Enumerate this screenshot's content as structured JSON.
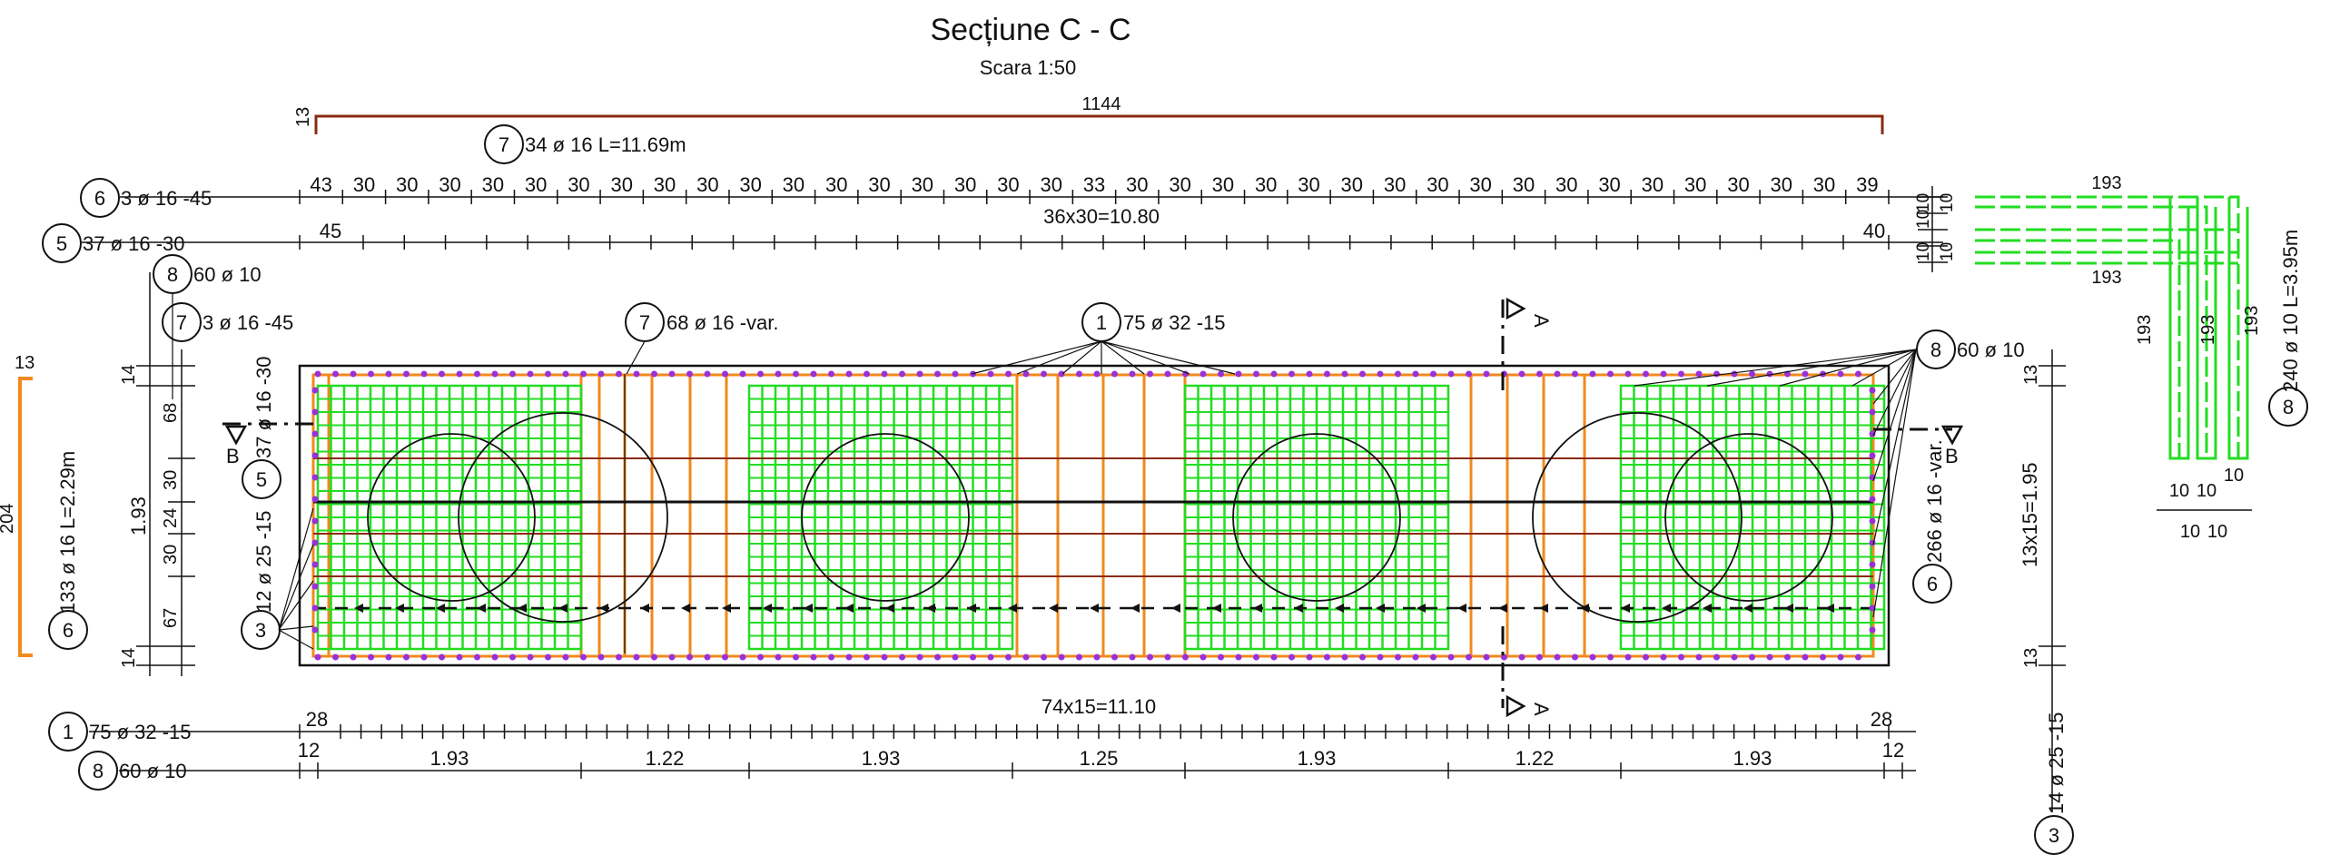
{
  "title": "Secțiune C - C",
  "scale": "Scara 1:50",
  "top_dim": {
    "edge": "13",
    "length": "1144"
  },
  "labels": {
    "l7_top": "34 ø 16 L=11.69m",
    "l6_top": "3 ø 16 -45",
    "l5_top": "37 ø 16 -30",
    "l8_top": "60 ø 10",
    "l7_left": "3 ø 16 -45",
    "l7_mid": "68 ø 16 -var.",
    "l1_top": "75 ø 32 -15",
    "l8_right": "60 ø 10",
    "l5_side": "37 ø 16 -30",
    "l3_side": "12 ø 25 -15",
    "l6_right": "266 ø 16 -var.",
    "l6_left_bar": "133 ø 16 L=2.29m",
    "l1_bottom": "75 ø 32 -15",
    "l8_bottom": "60 ø 10",
    "l3_bottom": "14 ø 25 -15",
    "l8_stirrup": "240 ø 10 L=3.95m"
  },
  "circles": [
    "7",
    "6",
    "5",
    "8",
    "7",
    "7",
    "1",
    "8",
    "5",
    "3",
    "6",
    "6",
    "1",
    "8",
    "3",
    "8"
  ],
  "row6": [
    "43",
    "30",
    "30",
    "30",
    "30",
    "30",
    "30",
    "30",
    "30",
    "30",
    "30",
    "30",
    "30",
    "30",
    "30",
    "30",
    "30",
    "30",
    "33",
    "30",
    "30",
    "30",
    "30",
    "30",
    "30",
    "30",
    "30",
    "30",
    "30",
    "30",
    "30",
    "30",
    "30",
    "30",
    "30",
    "30",
    "39"
  ],
  "row5": {
    "start": "45",
    "mid": "36x30=10.80",
    "end": "40"
  },
  "row_right_stack": [
    "10",
    "10",
    "10",
    "10",
    "10"
  ],
  "left_vertical": [
    "14",
    "68",
    "30",
    "24",
    "30",
    "67",
    "14"
  ],
  "left_total": "1.93",
  "left_bar": {
    "top": "13",
    "len": "204"
  },
  "section_marks": {
    "a": "A",
    "b": "B"
  },
  "bottom1": {
    "start": "28",
    "mid": "74x15=11.10",
    "end": "28"
  },
  "bottom2": [
    "12",
    "1.93",
    "1.22",
    "1.93",
    "1.25",
    "1.93",
    "1.22",
    "1.93",
    "12"
  ],
  "right_vertical": {
    "top": "13",
    "mid": "13x15=1.95",
    "bottom": "13"
  },
  "stirrup_detail": {
    "top": "193",
    "mid": "193",
    "v": [
      "193",
      "193",
      "193"
    ],
    "b1": [
      "10",
      "10",
      "10"
    ],
    "b2": [
      "10",
      "10"
    ]
  },
  "colors": {
    "concrete_outline": "#111111",
    "rebar_green": "#22dd22",
    "rebar_orange": "#f08a1c",
    "rebar_brown": "#8b2a10",
    "bar_dots": "#9b30d9"
  }
}
